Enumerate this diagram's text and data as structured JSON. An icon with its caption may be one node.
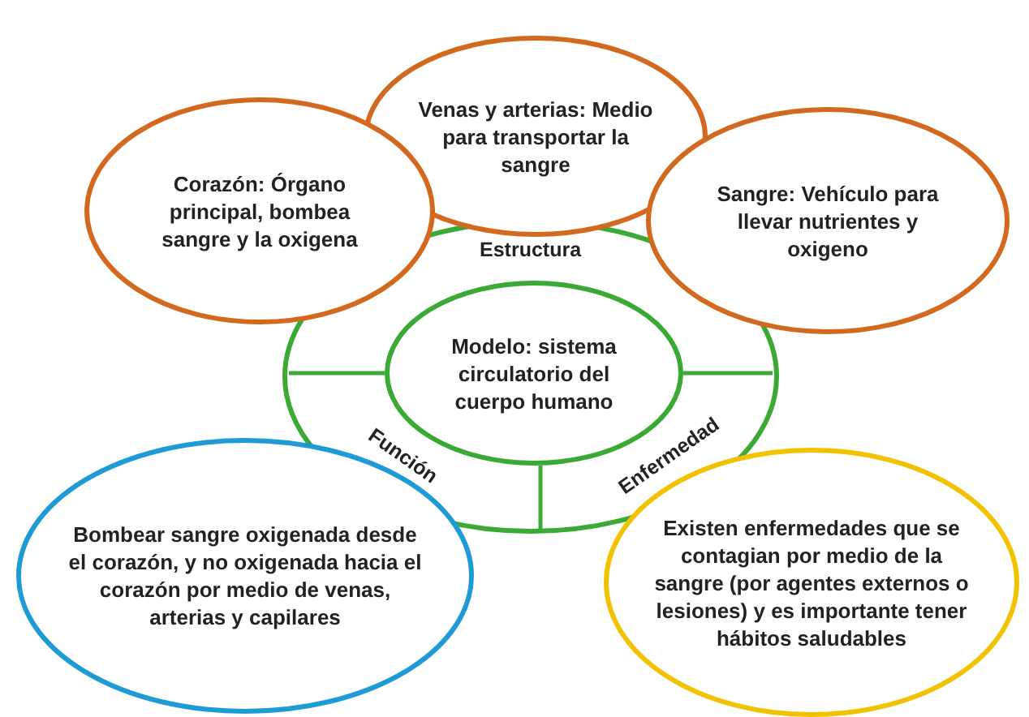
{
  "diagram": {
    "nodes": [
      {
        "text": [
          "Venas y arterias: Medio para transportar la sangre"
        ]
      },
      {
        "text": [
          "Corazón: Órgano principal, bombea sangre y la oxigena"
        ]
      },
      {
        "text": [
          "Sangre:  Vehículo para llevar nutrientes y oxigeno"
        ]
      },
      {
        "text": [
          "Estructura",
          "Función",
          "Enfermedad"
        ]
      },
      {
        "text": [
          "Modelo: sistema circulatorio del cuerpo humano"
        ],
        "in": 3
      },
      {
        "text": [
          "Bombear sangre oxigenada desde el corazón, y no oxigenada hacia el corazón por medio de venas, arterias y capilares"
        ]
      },
      {
        "text": [
          "Existen enfermedades que se contagian por medio de la sangre (por agentes externos o lesiones) y es importante tener hábitos saludables"
        ]
      }
    ]
  }
}
